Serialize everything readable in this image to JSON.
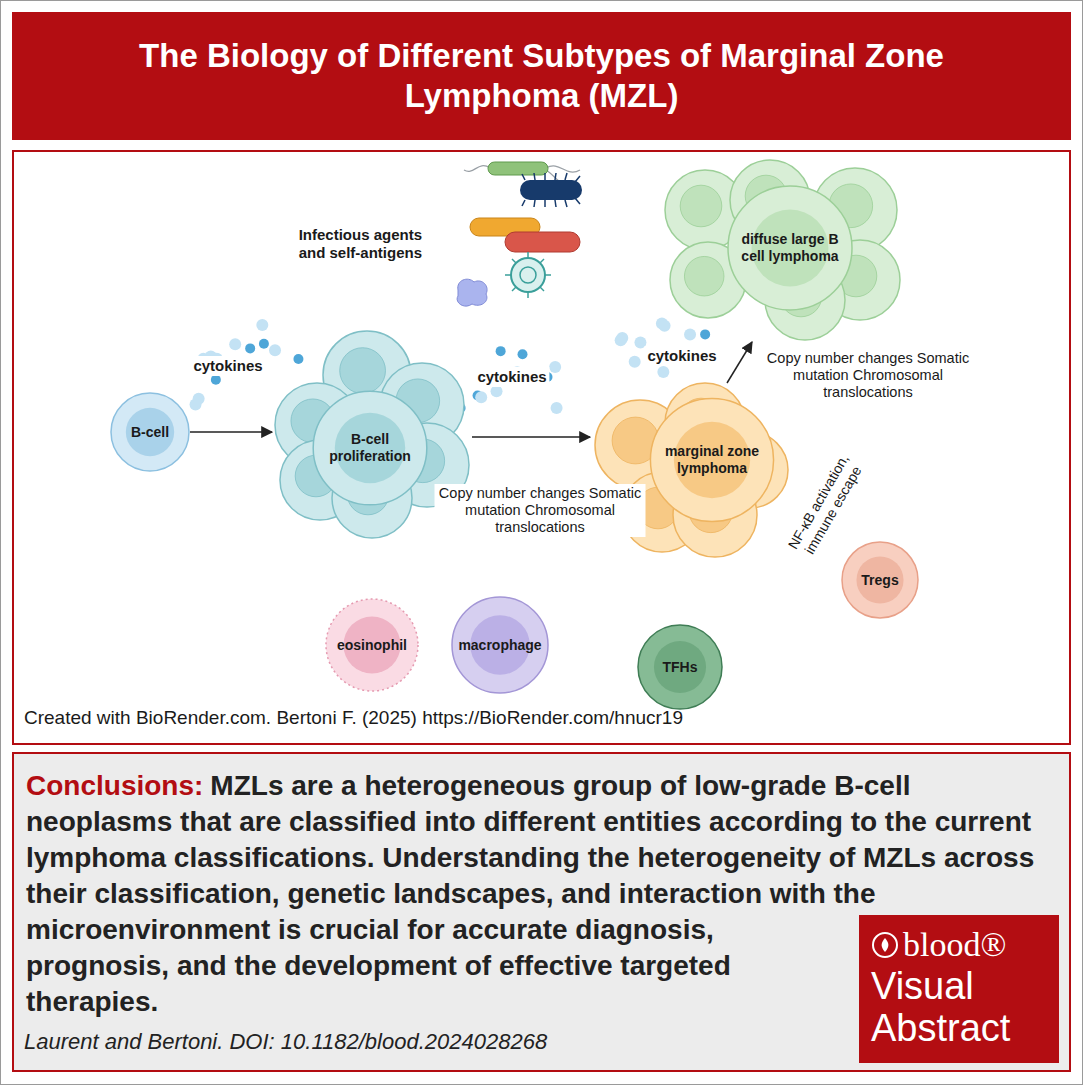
{
  "diagram": {
    "title": "The Biology of Different Subtypes of Marginal Zone Lymphoma (MZL)",
    "caption": "Laurent and Bertoni. DOI: 10.1182/blood.2024028268",
    "nodes": [
      {
        "text": [
          "B-cell"
        ]
      },
      {
        "text": [
          "B-cell proliferation"
        ]
      },
      {
        "text": [
          "marginal zone lymphoma"
        ]
      },
      {
        "text": [
          "diffuse large B cell lymphoma"
        ]
      },
      {
        "text": [
          "eosinophil"
        ]
      },
      {
        "text": [
          "macrophage"
        ]
      },
      {
        "text": [
          "TFHs"
        ]
      },
      {
        "text": [
          "Tregs"
        ]
      },
      {
        "text": [
          "Conclusions:",
          "MZLs are a heterogeneous group of low-grade B-cell neoplasms that are classified into different entities according to the current lymphoma classifications. Understanding the heterogeneity of MZLs across their classification, genetic landscapes, and interaction with the microenvironment is crucial for accurate diagnosis, prognosis, and the development of effective targeted therapies."
        ]
      },
      {
        "text": [
          "blood®",
          "Visual Abstract"
        ],
        "in": 8
      }
    ],
    "edges": [
      {
        "from": 0,
        "to": 1,
        "arrow": "to"
      },
      {
        "from": 1,
        "to": 2,
        "arrow": "to"
      },
      {
        "from": 2,
        "to": 3,
        "arrow": "to"
      }
    ],
    "labels": [
      "Infectious agents and self-antigens",
      "cytokines",
      "cytokines",
      "Copy number changes Somatic mutation Chromosomal translocations",
      "cytokines",
      "Copy number changes Somatic mutation Chromosomal translocations",
      "NF-κB activation, immune escape",
      "Created with BioRender.com. Bertoni F. (2025) https://BioRender.com/hnucr19"
    ]
  }
}
